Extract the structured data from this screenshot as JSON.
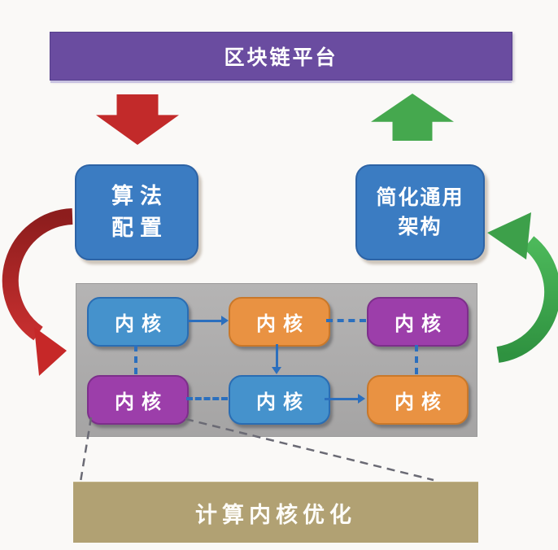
{
  "banner": {
    "label": "区块链平台"
  },
  "left_box": {
    "line1": "算法",
    "line2": "配置"
  },
  "right_box": {
    "line1": "简化通用",
    "line2": "架构"
  },
  "kernels": [
    {
      "label": "内核",
      "variant": "blue"
    },
    {
      "label": "内核",
      "variant": "orange"
    },
    {
      "label": "内核",
      "variant": "purple"
    },
    {
      "label": "内核",
      "variant": "purple"
    },
    {
      "label": "内核",
      "variant": "blue"
    },
    {
      "label": "内核",
      "variant": "orange"
    }
  ],
  "bottom_box": {
    "label": "计算内核优化"
  },
  "colors": {
    "banner_purple": "#6A4CA0",
    "side_box_blue": "#3B7CC2",
    "kernel_blue": "#4592CC",
    "kernel_orange": "#E99242",
    "kernel_purple": "#9C3EAA",
    "panel_gray": "#ACACAC",
    "bottom_tan": "#B1A173",
    "arrow_red": "#C22A2A",
    "arrow_green": "#45A84E",
    "connector_blue": "#2B6FBE",
    "callout_dash_gray": "#6A6A74"
  }
}
